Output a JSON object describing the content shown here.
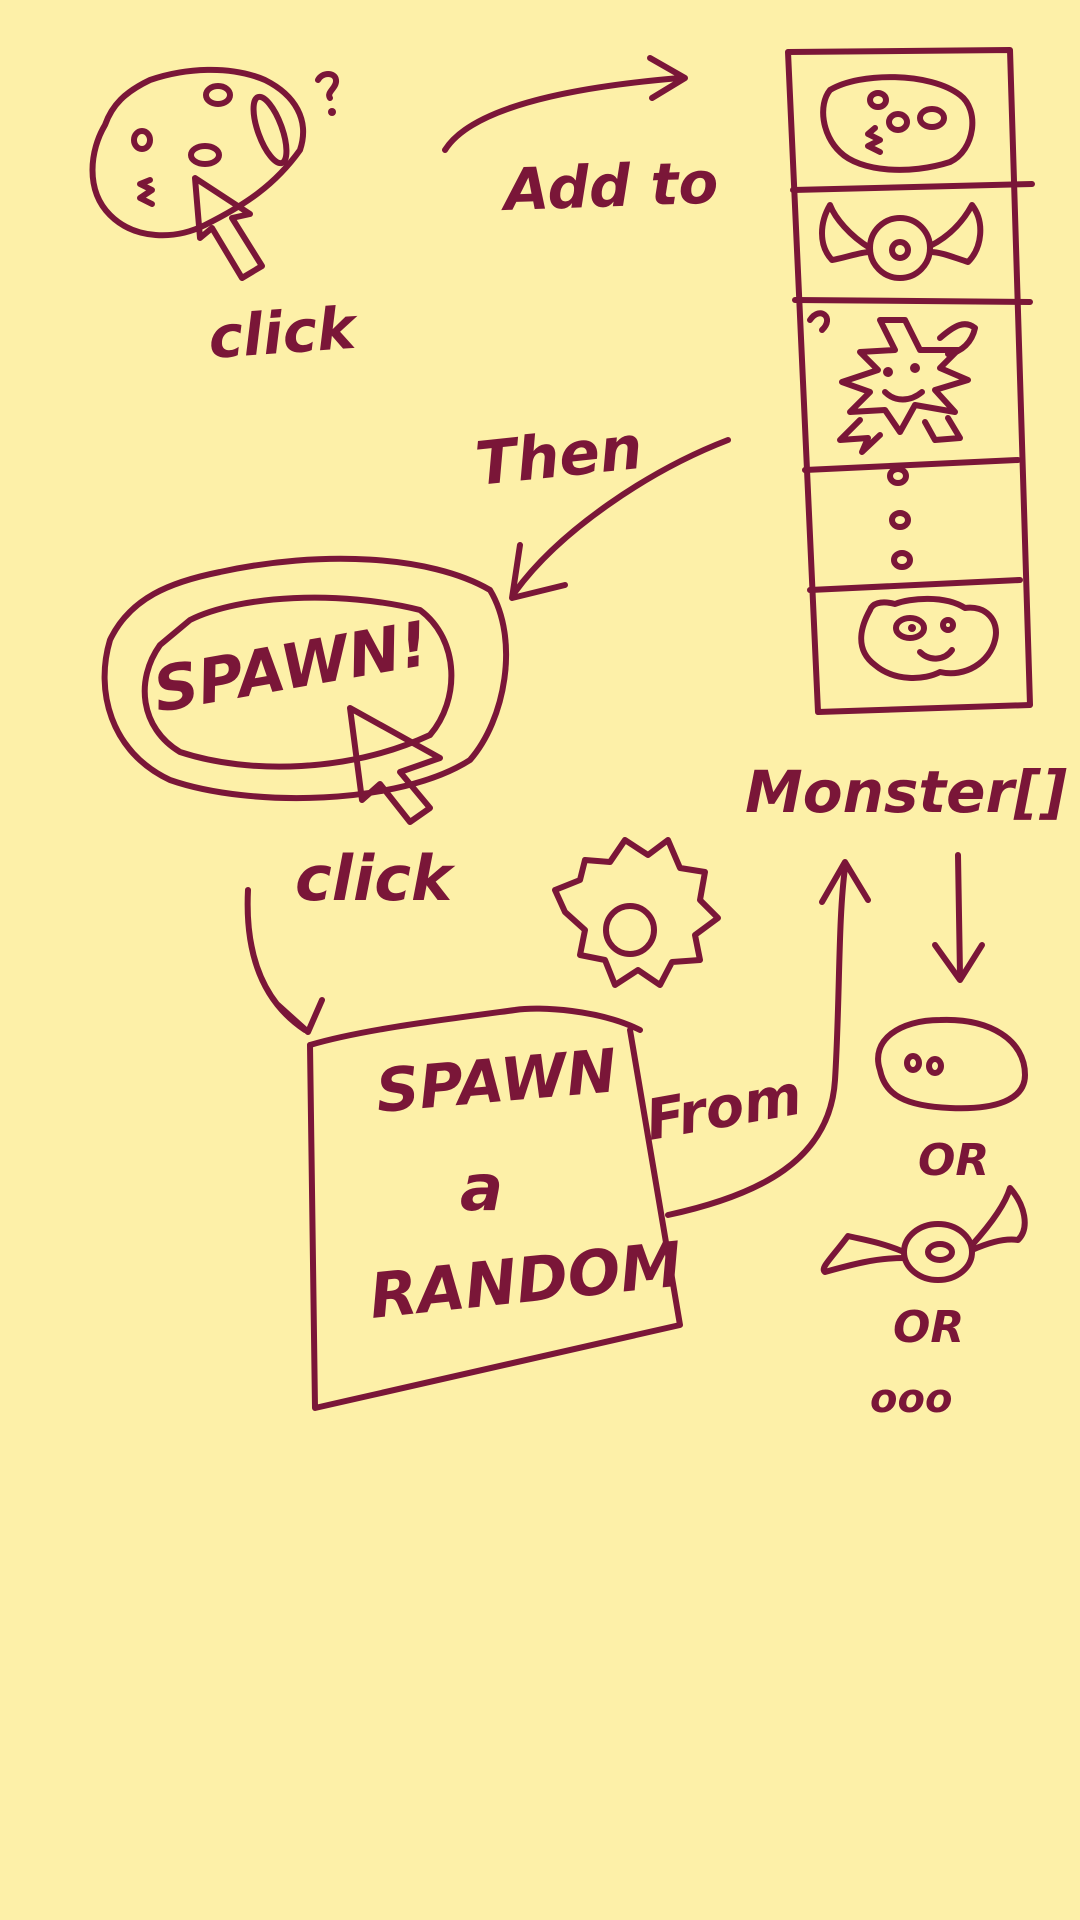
{
  "labels": {
    "click_1": "click",
    "add_to": "Add to",
    "then": "Then",
    "spawn_button": "SPAWN!",
    "click_2": "click",
    "spawn_line1": "SPAWN",
    "spawn_line2": "a",
    "spawn_line3": "RANDOM",
    "from": "From",
    "array_name": "Monster[]",
    "or_1": "OR",
    "or_2": "OR",
    "ellipsis": "ooo",
    "question_mark": "?"
  },
  "colors": {
    "background": "#fdf0a8",
    "ink": "#7a1638"
  },
  "icons": [
    "blob-monster-icon",
    "winged-eye-monster-icon",
    "spiky-monster-icon",
    "gear-icon",
    "cursor-arrow-icon"
  ]
}
